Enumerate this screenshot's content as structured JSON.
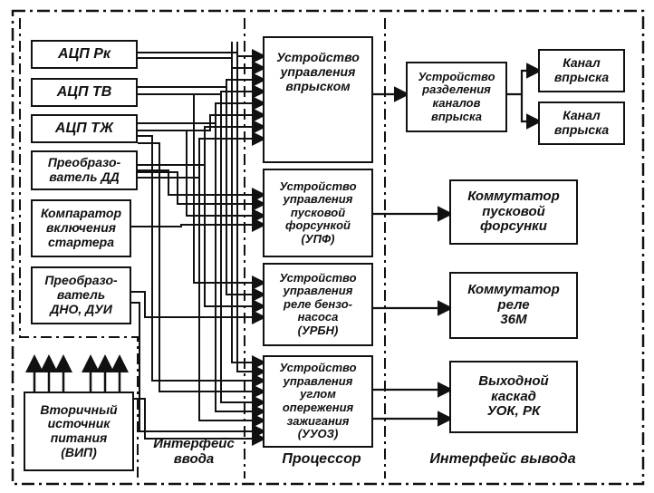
{
  "inputs": {
    "adc_pk": "АЦП Рк",
    "adc_tv": "АЦП ТВ",
    "adc_tzh": "АЦП ТЖ",
    "converter_dd": "Преобразо-\nватель ДД",
    "starter_comparator": "Компаратор\nвключения\nстартера",
    "converter_dno": "Преобразо-\nватель\nДНО, ДУИ",
    "power_source": "Вторичный\nисточник\nпитания\n(ВИП)"
  },
  "processor": {
    "injection_control": "Устройство\nуправления\nвпрыском",
    "start_injector_control": "Устройство\nуправления\nпусковой\nфорсункой\n(УПФ)",
    "fuel_pump_relay_control": "Устройство\nуправления\nреле бензо-\nнасоса\n(УРБН)",
    "ignition_timing_control": "Устройство\nуправления\nуглом\nопережения\nзажигания\n(УУОЗ)"
  },
  "outputs": {
    "channel_splitter": "Устройство\nразделения\nканалов\nвпрыска",
    "channel_1": "Канал\nвпрыска",
    "channel_2": "Канал\nвпрыска",
    "start_injector_switch": "Коммутатор\nпусковой\nфорсунки",
    "relay_switch": "Коммутатор\nреле\n36М",
    "output_stage": "Выходной\nкаскад\nУОК, РК"
  },
  "regions": {
    "input_interface": "Интерфейс\nввода",
    "processor": "Процессор",
    "output_interface": "Интерфейс вывода"
  }
}
